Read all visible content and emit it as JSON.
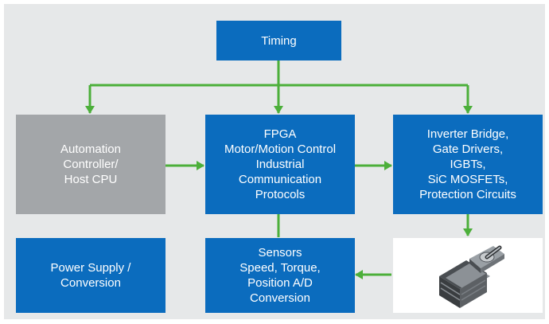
{
  "diagram": {
    "colors": {
      "panel": "#e6e8e9",
      "block": "#0b6cbe",
      "host_block": "#a3a6a9",
      "text": "#ffffff",
      "arrow": "#4caf3a"
    },
    "nodes": {
      "timing": "Timing",
      "automation_controller": "Automation\nController/\nHost CPU",
      "fpga": "FPGA\nMotor/Motion Control\nIndustrial\nCommunication\nProtocols",
      "inverter": "Inverter Bridge,\nGate Drivers,\nIGBTs,\nSiC MOSFETs,\nProtection Circuits",
      "power_supply": "Power Supply /\nConversion",
      "sensors": "Sensors\nSpeed, Torque,\nPosition A/D\nConversion",
      "motor_image": "motor-illustration"
    },
    "connections": [
      {
        "from": "timing",
        "to": "automation_controller"
      },
      {
        "from": "timing",
        "to": "fpga"
      },
      {
        "from": "timing",
        "to": "inverter"
      },
      {
        "from": "automation_controller",
        "to": "fpga"
      },
      {
        "from": "fpga",
        "to": "inverter"
      },
      {
        "from": "fpga",
        "to": "sensors"
      },
      {
        "from": "inverter",
        "to": "motor_image"
      },
      {
        "from": "motor_image",
        "to": "sensors"
      }
    ]
  }
}
